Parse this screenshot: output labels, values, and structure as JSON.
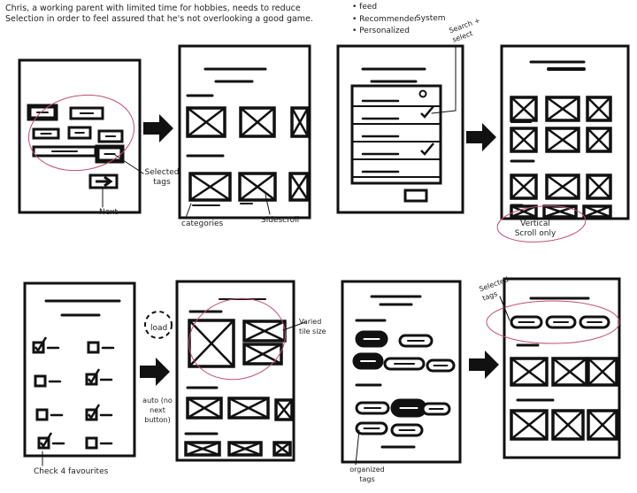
{
  "header": {
    "problem_line1": "Chris, a working parent with limited time for hobbies, needs to reduce",
    "problem_line2": "Selection in order to feel assured that he's not overlooking a good game."
  },
  "bullets": [
    "• feed",
    "• Recommender",
    "• Personalized"
  ],
  "bullet_suffix": "System",
  "annotations": {
    "search_select": "Search + select",
    "selected_tags_1": "Selected tags",
    "next": "Next",
    "categories": "categories",
    "sidescroll": "Sidescroll",
    "vertical_scroll": "Vertical Scroll only",
    "load": "load",
    "auto": "auto (no next button)",
    "varied_tile": "Varied tile size",
    "check_favourites": "Check 4 favourites",
    "organized_tags": "organized tags",
    "selected_tags_2": "Selected tags"
  },
  "colors": {
    "ink": "#111111",
    "highlight": "#c0506e"
  }
}
